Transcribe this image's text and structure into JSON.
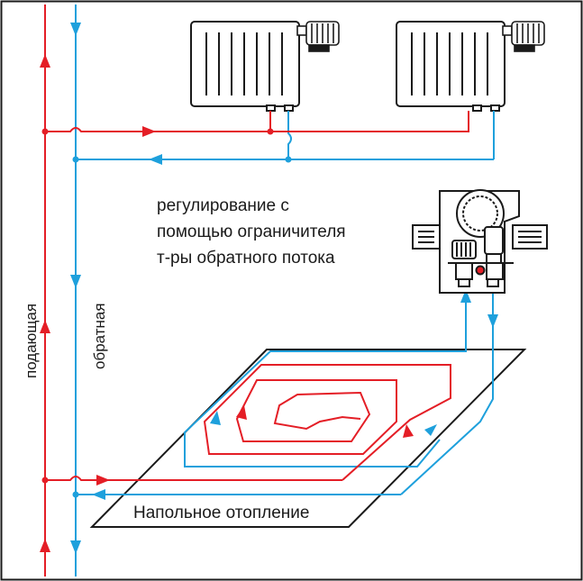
{
  "labels": {
    "supply_pipe": "подающая",
    "return_pipe": "обратная",
    "regulation_line1": "регулирование с",
    "regulation_line2": "помощью ограничителя",
    "regulation_line3": "т-ры обратного потока",
    "floor_heating": "Напольное отопление"
  },
  "colors": {
    "supply": "#e41e26",
    "return": "#1ea0dc",
    "outline": "#1a1a1a",
    "background": "#ffffff"
  }
}
